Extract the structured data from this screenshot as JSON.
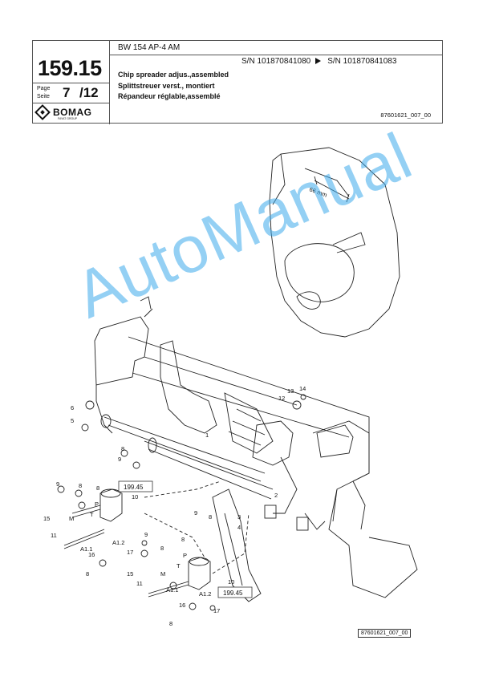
{
  "header": {
    "model": "BW 154 AP-4 AM",
    "serial_range": {
      "from": "S/N 101870841080",
      "to": "S/N 101870841083"
    },
    "page_number": "159.15",
    "page_label_en": "Page",
    "page_label_de": "Seite",
    "page_current": "7",
    "page_total": "/12",
    "brand": "BOMAG",
    "brand_sub": "FAYAT GROUP",
    "title_en": "Chip spreader adjus.,assembled",
    "title_de": "Splittstreuer verst., montiert",
    "title_fr": "Répandeur réglable,assemblé",
    "doc_number": "87601621_007_00"
  },
  "drawing": {
    "dimension_label": "66 mm",
    "ref_boxes": [
      "199.45",
      "199.45"
    ],
    "callouts": [
      "1",
      "2",
      "3",
      "4",
      "5",
      "6",
      "8",
      "8",
      "8",
      "8",
      "8",
      "8",
      "8",
      "8",
      "9",
      "9",
      "9",
      "9",
      "10",
      "10",
      "11",
      "11",
      "12",
      "13",
      "14",
      "15",
      "15",
      "16",
      "16",
      "17",
      "17"
    ],
    "port_labels": [
      "P",
      "T",
      "M",
      "A1.1",
      "A1.2",
      "P",
      "T",
      "M",
      "A1.1",
      "A1.2"
    ],
    "reference_code": "87601621_007_00"
  },
  "watermark": "AutoManual"
}
